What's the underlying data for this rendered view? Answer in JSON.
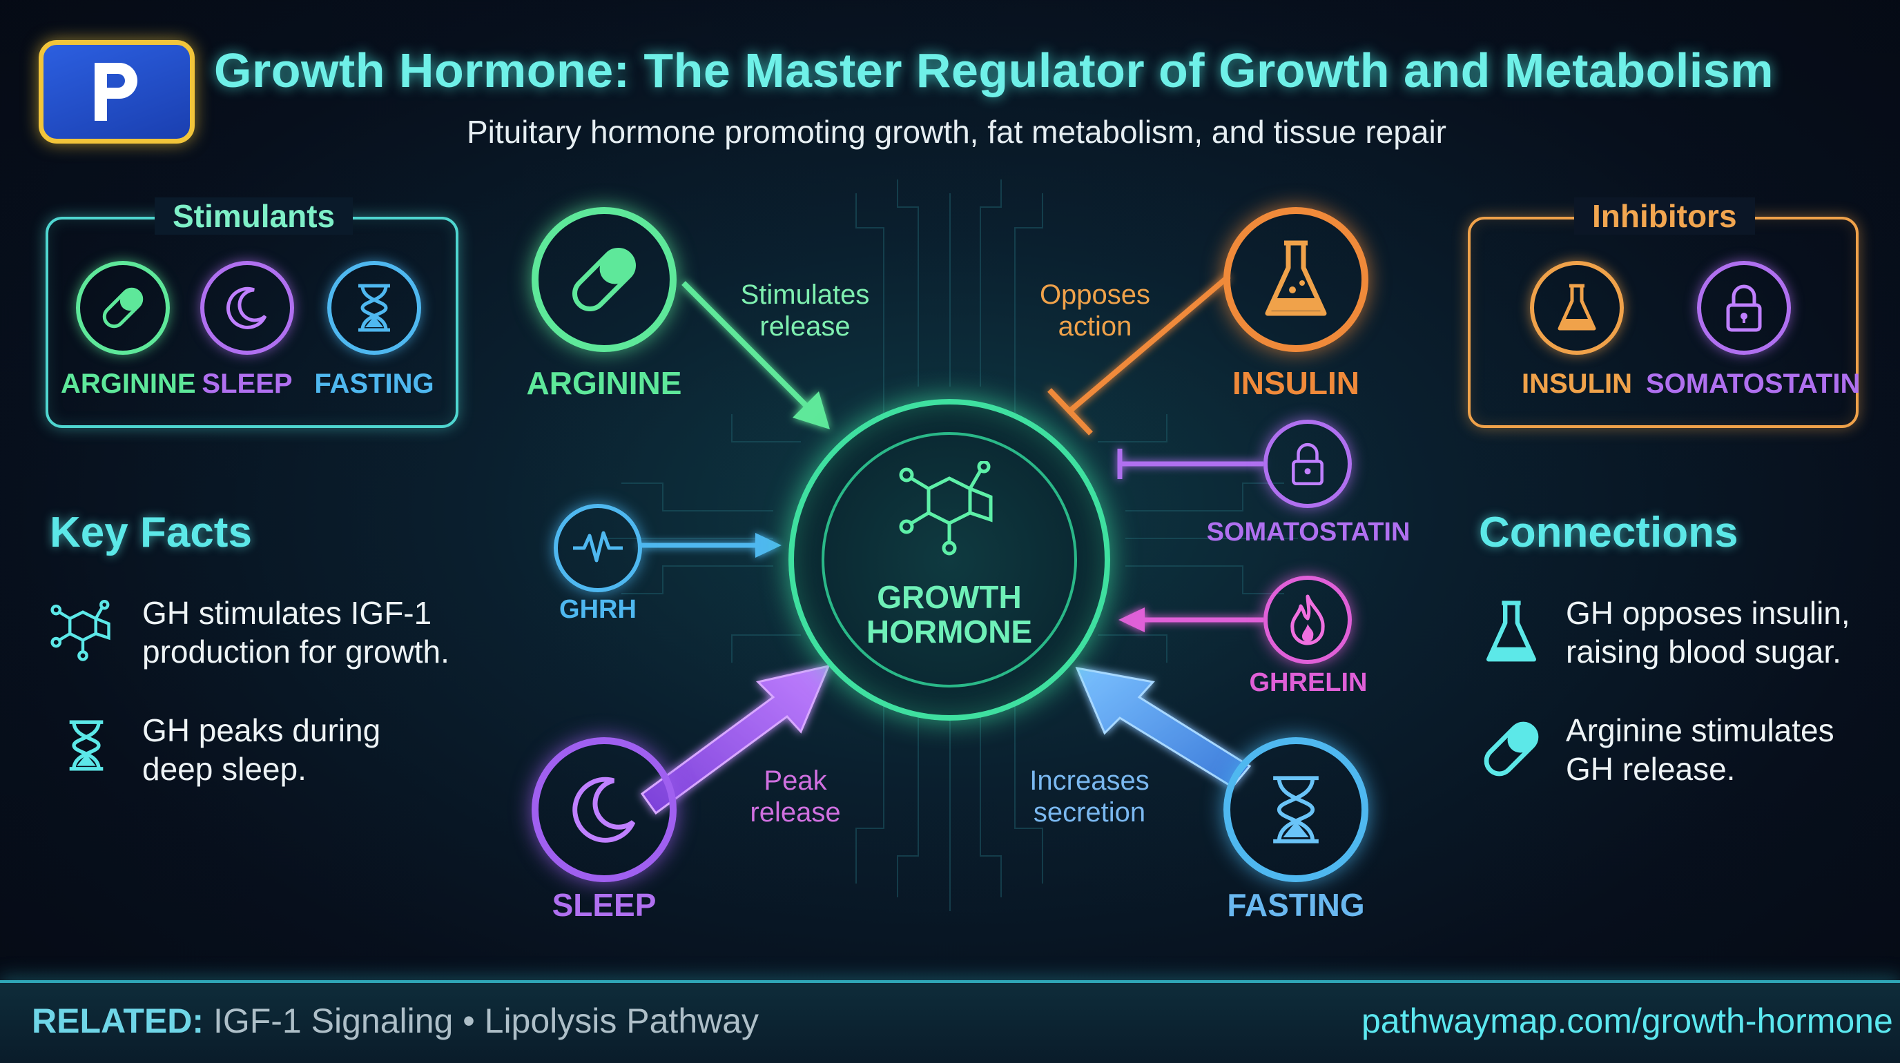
{
  "header": {
    "title": "Growth Hormone: The Master Regulator of Growth and Metabolism",
    "subtitle": "Pituitary hormone promoting growth, fat metabolism, and tissue repair",
    "logo_letter": "P"
  },
  "stimulants_panel": {
    "title": "Stimulants",
    "items": [
      {
        "label": "ARGININE",
        "icon": "pill-icon",
        "color": "#5ee89a"
      },
      {
        "label": "SLEEP",
        "icon": "moon-icon",
        "color": "#b070f0"
      },
      {
        "label": "FASTING",
        "icon": "hourglass-icon",
        "color": "#4fb8f0"
      }
    ]
  },
  "inhibitors_panel": {
    "title": "Inhibitors",
    "items": [
      {
        "label": "INSULIN",
        "icon": "flask-icon",
        "color": "#f0a24a"
      },
      {
        "label": "SOMATOSTATIN",
        "icon": "lock-icon",
        "color": "#b070f0"
      }
    ]
  },
  "diagram": {
    "center_label_line1": "GROWTH",
    "center_label_line2": "HORMONE",
    "nodes": {
      "arginine": {
        "label": "ARGININE",
        "edge_line1": "Stimulates",
        "edge_line2": "release",
        "color": "#5ee89a"
      },
      "insulin": {
        "label": "INSULIN",
        "edge_line1": "Opposes",
        "edge_line2": "action",
        "color": "#f0a24a"
      },
      "somatostatin": {
        "label": "SOMATOSTATIN",
        "color": "#b070f0"
      },
      "ghrh": {
        "label": "GHRH",
        "color": "#4fb8f0"
      },
      "ghrelin": {
        "label": "GHRELIN",
        "color": "#e060d8"
      },
      "sleep": {
        "label": "SLEEP",
        "edge_line1": "Peak",
        "edge_line2": "release",
        "color": "#a060f0"
      },
      "fasting": {
        "label": "FASTING",
        "edge_line1": "Increases",
        "edge_line2": "secretion",
        "color": "#4fb8f0"
      }
    }
  },
  "key_facts": {
    "title": "Key Facts",
    "items": [
      {
        "icon": "molecule-icon",
        "text": "GH stimulates IGF-1 production for growth."
      },
      {
        "icon": "hourglass-icon",
        "text": "GH peaks during deep sleep."
      }
    ]
  },
  "connections": {
    "title": "Connections",
    "items": [
      {
        "icon": "flask-icon",
        "text": "GH opposes insulin, raising blood sugar."
      },
      {
        "icon": "pill-icon",
        "text": "Arginine stimulates GH release."
      }
    ]
  },
  "footer": {
    "related_label": "RELATED:",
    "related_text": " IGF-1 Signaling • Lipolysis Pathway",
    "url": "pathwaymap.com/growth-hormone"
  }
}
